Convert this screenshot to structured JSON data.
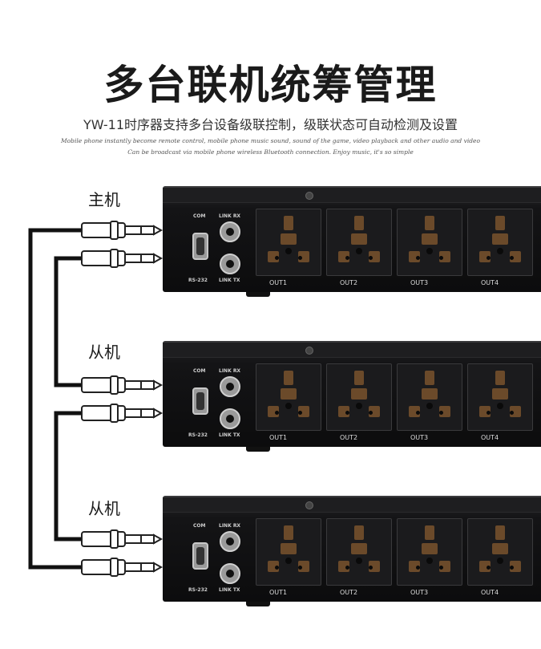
{
  "header": {
    "title": "多台联机统筹管理",
    "subtitle": "YW-11时序器支持多台设备级联控制，级联状态可自动检测及设置",
    "english_line1": "Mobile phone instantly become remote control, mobile phone music sound, sound of the game, video playback and other audio and video",
    "english_line2": "Can be broadcast via mobile phone wireless Bluetooth connection. Enjoy music, it's so simple"
  },
  "roles": [
    "主机",
    "从机",
    "从机"
  ],
  "panel": {
    "com_label": "COM",
    "rs232_label": "RS-232",
    "link_rx_label": "LINK RX",
    "link_tx_label": "LINK TX",
    "outlets": [
      "OUT1",
      "OUT2",
      "OUT3",
      "OUT4"
    ]
  },
  "colors": {
    "cable": "#111111",
    "device": "#0c0c0d",
    "plug_outline": "#222222",
    "socket_pins": "#6b4a2a"
  }
}
